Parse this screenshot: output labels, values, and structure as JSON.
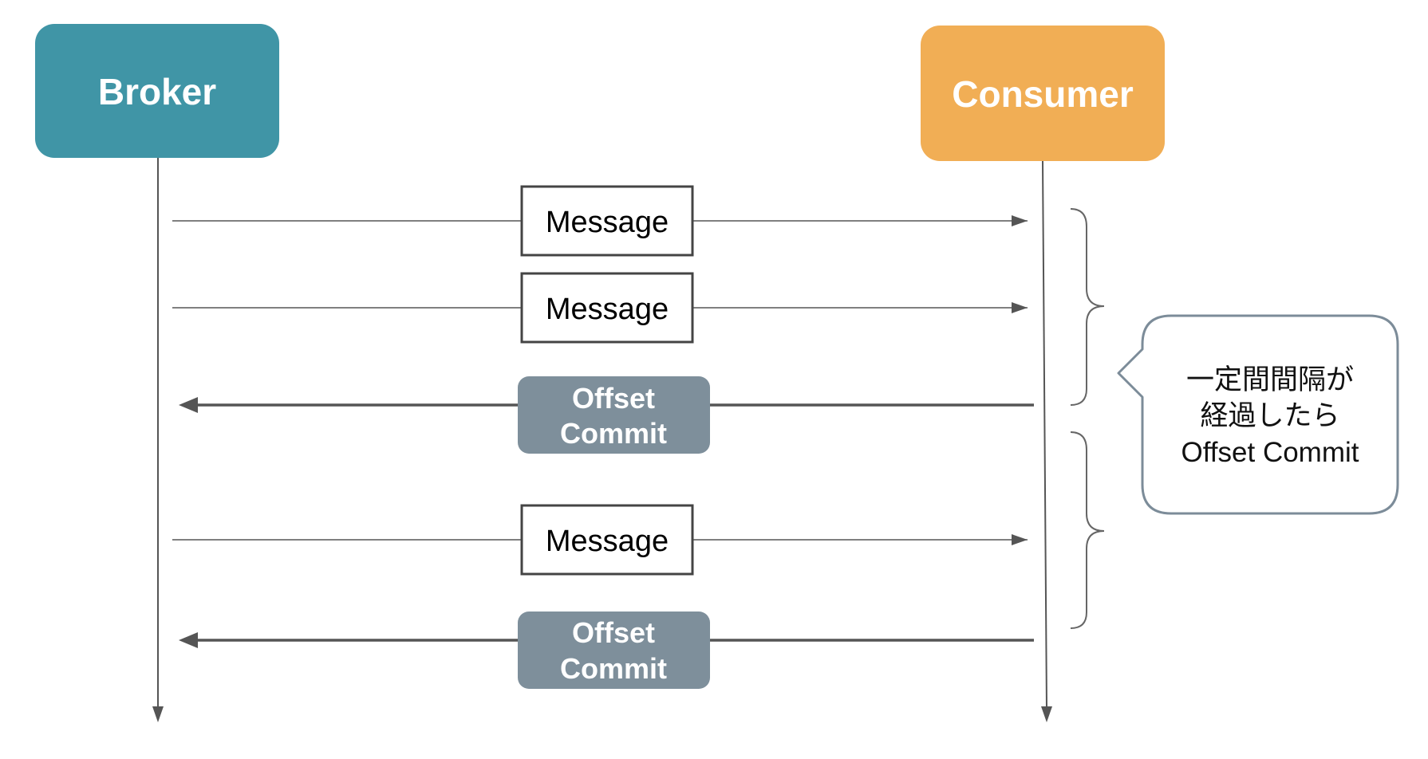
{
  "actors": {
    "broker": {
      "label": "Broker",
      "color": "#4095a6"
    },
    "consumer": {
      "label": "Consumer",
      "color": "#f1ae55"
    }
  },
  "messages": [
    {
      "kind": "message",
      "label_lines": [
        "Message"
      ]
    },
    {
      "kind": "message",
      "label_lines": [
        "Message"
      ]
    },
    {
      "kind": "commit",
      "label_lines": [
        "Offset",
        "Commit"
      ]
    },
    {
      "kind": "message",
      "label_lines": [
        "Message"
      ]
    },
    {
      "kind": "commit",
      "label_lines": [
        "Offset",
        "Commit"
      ]
    }
  ],
  "note": {
    "lines": [
      "一定間間隔が",
      "経過したら",
      "Offset Commit"
    ],
    "border_color": "#7c8c99"
  },
  "colors": {
    "commit_fill": "#7e8f9b",
    "line": "#555555"
  }
}
